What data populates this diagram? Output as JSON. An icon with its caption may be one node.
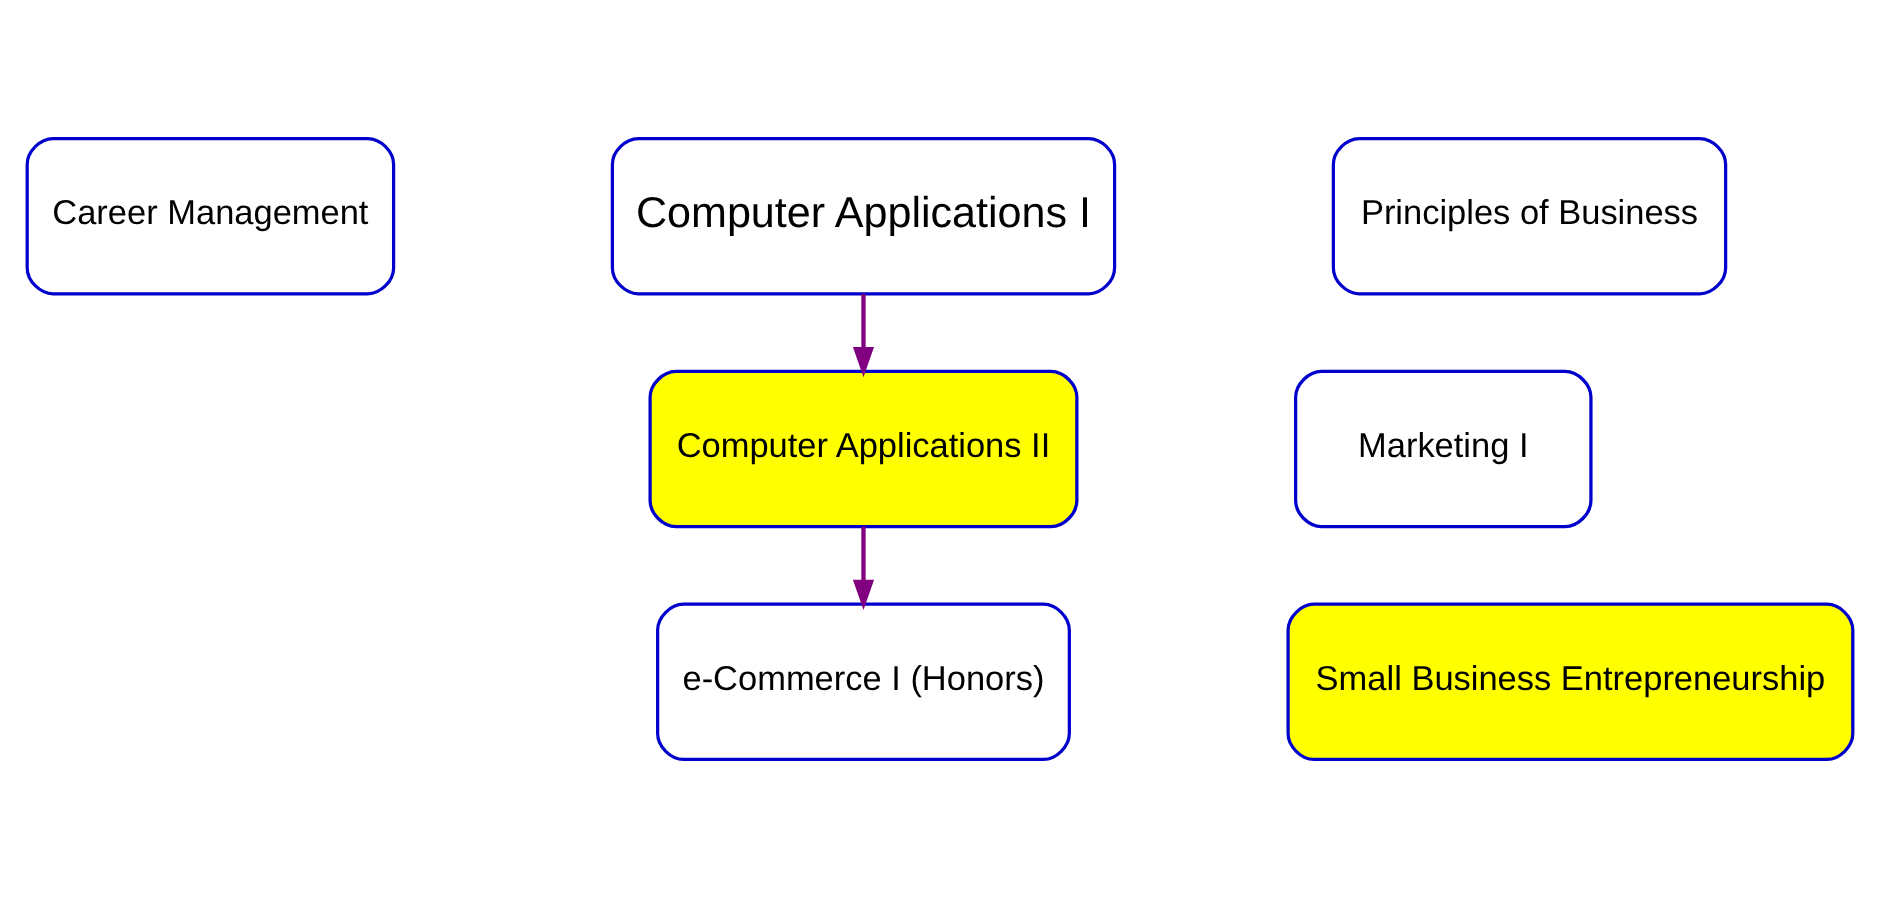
{
  "diagram": {
    "nodes": [
      {
        "text": [
          "Career Management"
        ]
      },
      {
        "text": [
          "Computer Applications I"
        ]
      },
      {
        "text": [
          "Principles of Business"
        ]
      },
      {
        "text": [
          "Computer Applications II"
        ]
      },
      {
        "text": [
          "Marketing I"
        ]
      },
      {
        "text": [
          "e-Commerce I (Honors)"
        ]
      },
      {
        "text": [
          "Small Business Entrepreneurship"
        ]
      }
    ],
    "edges": [
      {
        "from": 1,
        "to": 3,
        "arrow": "to"
      },
      {
        "from": 3,
        "to": 5,
        "arrow": "to"
      }
    ]
  }
}
